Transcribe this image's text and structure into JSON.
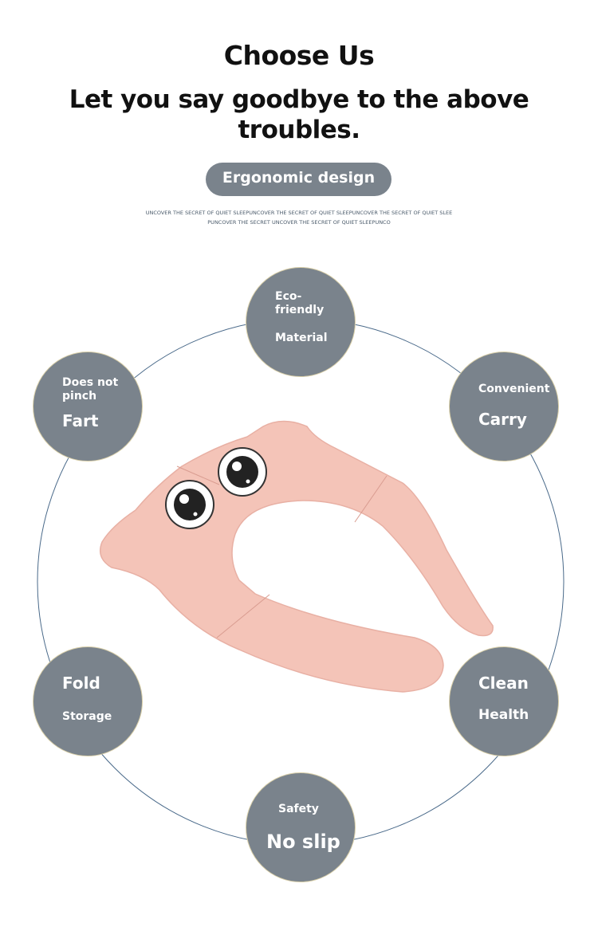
{
  "header": {
    "title": "Choose Us",
    "subtitle": "Let you say goodbye to the above troubles.",
    "pill": "Ergonomic design",
    "tagline_1": "UNCOVER THE SECRET OF QUIET SLEEPUNCOVER THE SECRET OF QUIET SLEEPUNCOVER THE SECRET OF QUIET SLEE",
    "tagline_2": "PUNCOVER THE SECRET UNCOVER THE SECRET OF QUIET SLEEPUNCO"
  },
  "features": [
    {
      "small": "Eco-friendly",
      "big": "Material"
    },
    {
      "small": "Does not pinch",
      "big": "Fart"
    },
    {
      "small": "Convenient",
      "big": "Carry"
    },
    {
      "small": "Fold",
      "big": "Storage"
    },
    {
      "small": "Clean",
      "big": "Health"
    },
    {
      "small": "Safety",
      "big": "No slip"
    }
  ],
  "colors": {
    "circle": "#7a838c",
    "ring": "#4a6a8a",
    "seat": "#f4c4b8"
  }
}
